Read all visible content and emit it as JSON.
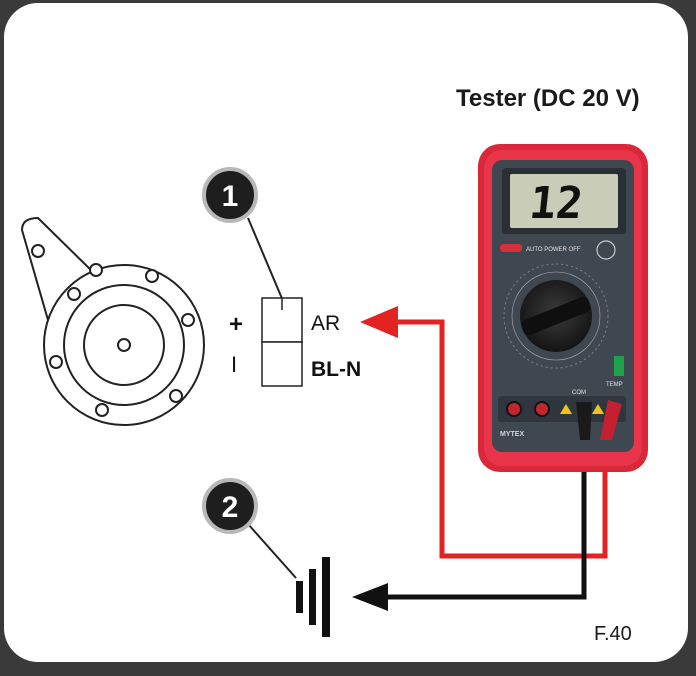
{
  "tester_title": "Tester (DC 20 V)",
  "figure_id": "F.40",
  "callouts": {
    "one": "1",
    "two": "2"
  },
  "connector": {
    "plus_sign": "+",
    "minus_sign": "I",
    "wire_top": "AR",
    "wire_bottom": "BL-N"
  },
  "multimeter": {
    "display_reading": "12",
    "auto_power_off": "AUTO POWER OFF",
    "com_label": "COM",
    "temp_label": "TEMP",
    "brand": "MYTEX"
  },
  "colors": {
    "frame": "#3a3a3a",
    "panel": "#ffffff",
    "red_wire": "#e32222",
    "black_wire": "#111111",
    "meter_body": "#d8283a",
    "meter_face": "#3f4750",
    "lcd": "#c9cdb8"
  },
  "icons": {
    "component": "horn-icon",
    "ground": "ground-symbol-icon",
    "meter": "multimeter-icon"
  }
}
